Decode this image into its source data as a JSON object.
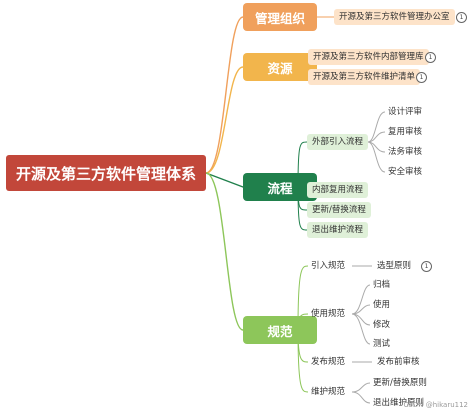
{
  "root": "开源及第三方软件管理体系",
  "org": {
    "label": "管理组织",
    "children": [
      "开源及第三方软件管理办公室"
    ],
    "collapsed_counts": [
      "1"
    ]
  },
  "resources": {
    "label": "资源",
    "children": [
      "开源及第三方软件内部管理库",
      "开源及第三方软件维护清单"
    ],
    "collapsed_counts": [
      "1",
      "1"
    ]
  },
  "process": {
    "label": "流程",
    "children": [
      "外部引入流程",
      "内部复用流程",
      "更新/替换流程",
      "退出维护流程"
    ],
    "external_intro": [
      "设计评审",
      "复用审核",
      "法务审核",
      "安全审核"
    ]
  },
  "spec": {
    "label": "规范",
    "intro": {
      "label": "引入规范",
      "child": "选型原则",
      "collapsed_count": "1"
    },
    "usage": {
      "label": "使用规范",
      "children": [
        "归档",
        "使用",
        "修改",
        "测试"
      ]
    },
    "release": {
      "label": "发布规范",
      "child": "发布前审核"
    },
    "maintain": {
      "label": "维护规范",
      "children": [
        "更新/替换原则",
        "退出维护原则"
      ]
    }
  },
  "watermark": "CSDN @hikaru112",
  "colors": {
    "root": "#c2473a",
    "org": "#f0a05c",
    "resources": "#f2b54c",
    "process": "#20804c",
    "spec": "#8dc65a",
    "chip_orange": "#fde3c9",
    "chip_green": "#dff0d8"
  }
}
